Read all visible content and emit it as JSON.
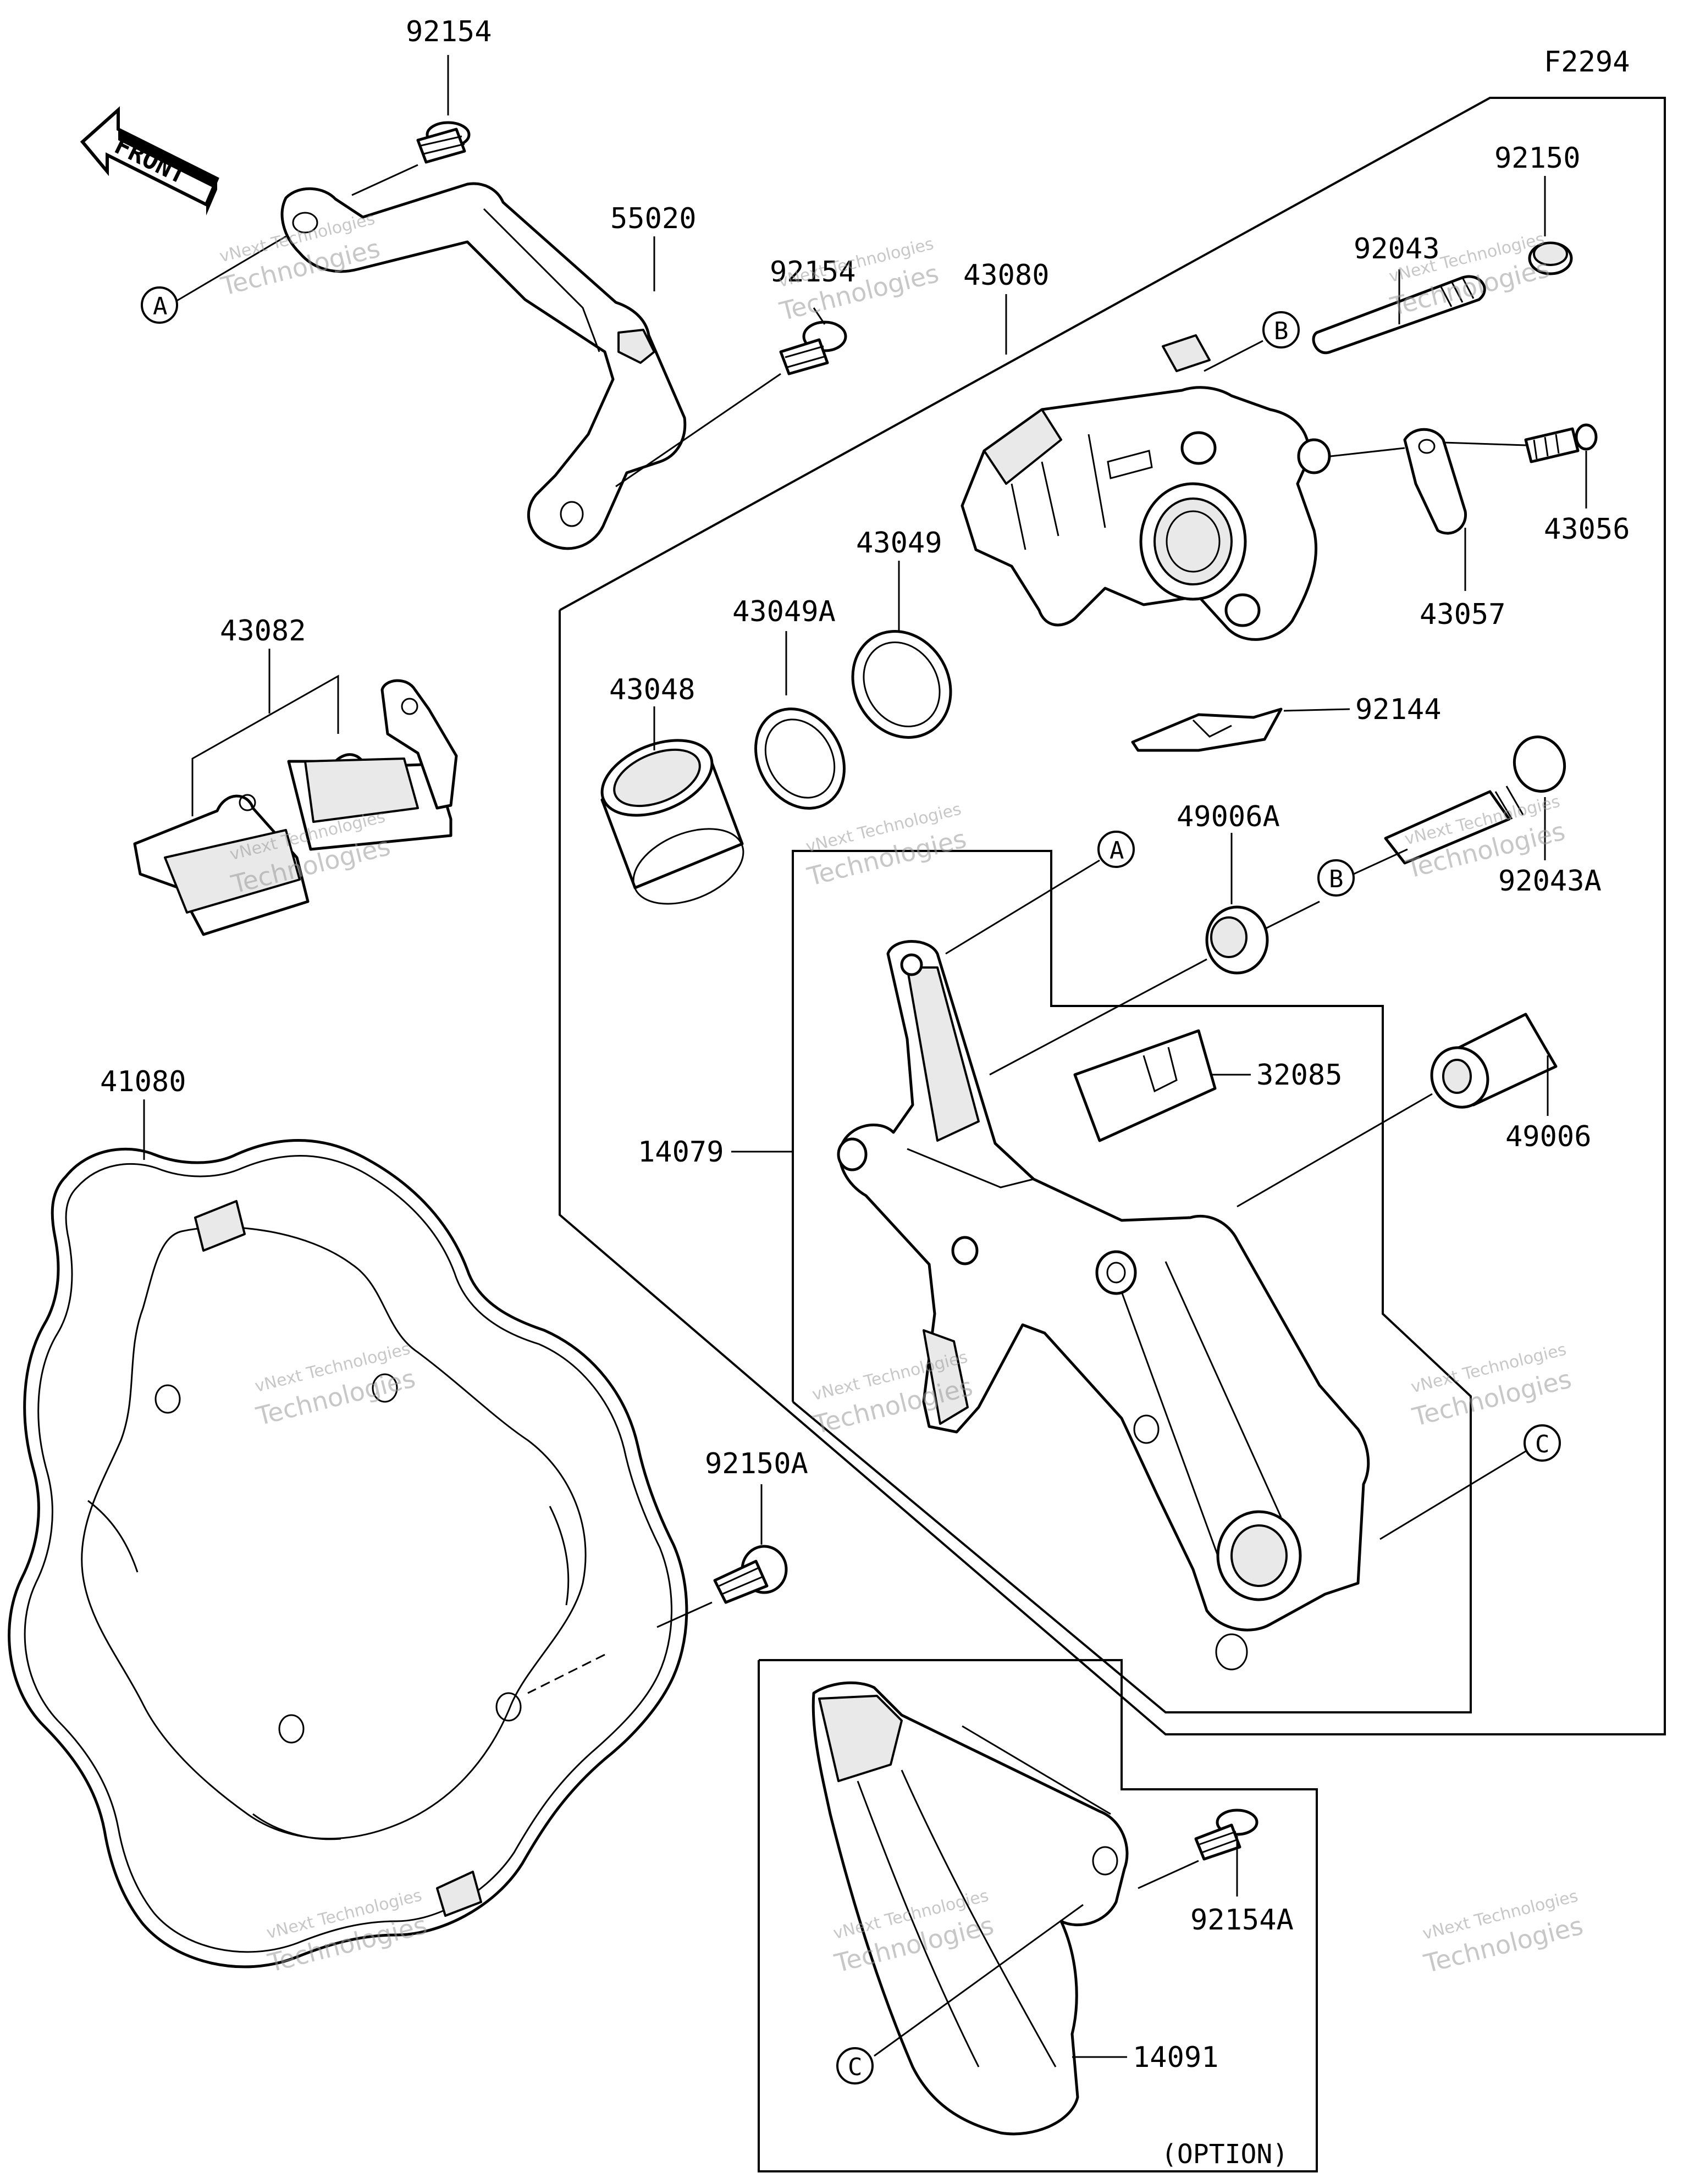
{
  "figure_id": "F2294",
  "front_label": "FRONT",
  "option_label": "(OPTION)",
  "watermark": {
    "line1": "vNext Technologies",
    "line2": "Technologies"
  },
  "callouts": {
    "a": "A",
    "b": "B",
    "c": "C"
  },
  "parts": {
    "p92154_top": "92154",
    "p55020": "55020",
    "p92154_mid": "92154",
    "p43080": "43080",
    "p92150": "92150",
    "p92043": "92043",
    "p43056": "43056",
    "p43057": "43057",
    "p43082": "43082",
    "p43049": "43049",
    "p43049A": "43049A",
    "p43048": "43048",
    "p92144": "92144",
    "p92043A": "92043A",
    "p49006A": "49006A",
    "p32085": "32085",
    "p49006": "49006",
    "p14079": "14079",
    "p41080": "41080",
    "p92150A": "92150A",
    "p92154A": "92154A",
    "p14091": "14091"
  }
}
